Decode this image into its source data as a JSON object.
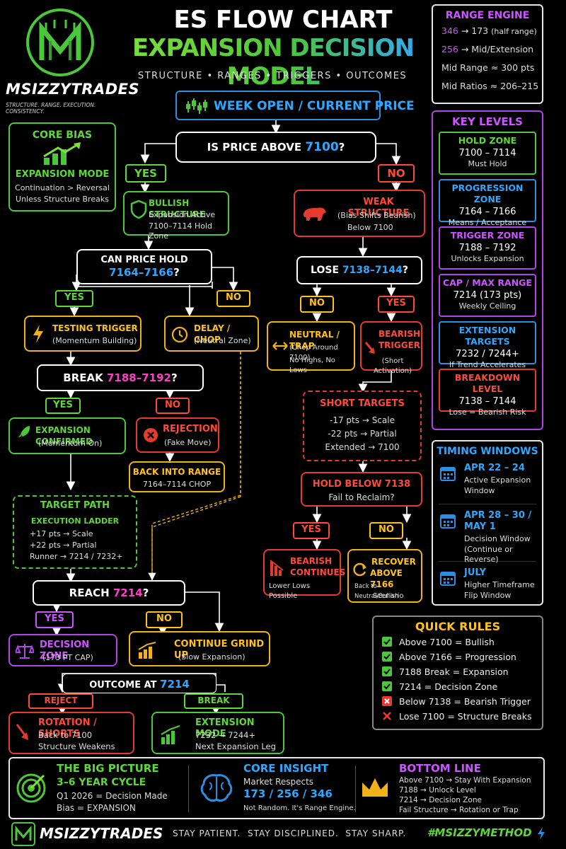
{
  "brand": {
    "name": "MSIZZYTRADES",
    "tagline": "STRUCTURE. RANGE. EXECUTION. CONSISTENCY."
  },
  "header": {
    "title": "ES FLOW CHART",
    "subtitle": "EXPANSION DECISION MODEL",
    "strap": "STRUCTURE • RANGES • TRIGGERS • OUTCOMES"
  },
  "week_open": "WEEK OPEN / CURRENT PRICE",
  "q1": {
    "pre": "IS PRICE ABOVE ",
    "val": "7100",
    "post": "?"
  },
  "core_bias": {
    "title": "CORE BIAS",
    "mode": "EXPANSION MODE",
    "l1": "Continuation > Reversal",
    "l2": "Unless Structure Breaks"
  },
  "yes": "YES",
  "no": "NO",
  "bull": {
    "title": "BULLISH STRUCTURE",
    "l1": "Expansion Active",
    "l2": "7100–7114 Hold Zone"
  },
  "weak": {
    "title": "WEAK STRUCTURE",
    "l1": "(Bias Shifts Bearish)",
    "l2": "Below 7100"
  },
  "q_hold": {
    "l1": "CAN PRICE HOLD",
    "l2": "7164–7166",
    "post": "?"
  },
  "q_lose": {
    "pre": "LOSE ",
    "val": "7138–7144",
    "post": "?"
  },
  "testing": {
    "title": "TESTING TRIGGER",
    "sub": "(Momentum Building)"
  },
  "delay": {
    "title": "DELAY / CHOP",
    "sub": "(Neutral Zone)"
  },
  "neutral": {
    "title": "NEUTRAL / TRAP",
    "l1": "(Chop Around 7100)",
    "l2": "No Highs, No Lows"
  },
  "bear_trig": {
    "l1": "BEARISH",
    "l2": "TRIGGER",
    "sub": "(Short Activation)"
  },
  "q_break": {
    "pre": "BREAK ",
    "val": "7188–7192",
    "post": "?"
  },
  "exp_conf": {
    "title": "EXPANSION CONFIRMED",
    "sub": "(Momentum On)"
  },
  "rejection": {
    "title": "REJECTION",
    "sub": "(Fake Move)"
  },
  "back_range": {
    "title": "BACK INTO RANGE",
    "sub": "7164–7114 CHOP"
  },
  "short_targets": {
    "title": "SHORT TARGETS",
    "l1": "-17 pts → Scale",
    "l2": "-22 pts → Partial",
    "l3": "Extended → 7100"
  },
  "hold_below": {
    "title": "HOLD BELOW 7138",
    "sub": "Fail to Reclaim?"
  },
  "target_path": {
    "title": "TARGET PATH",
    "ladder": "EXECUTION LADDER",
    "l1": "+17 pts → Scale",
    "l2": "+22 pts → Partial",
    "l3": "Runner → 7214 / 7232+"
  },
  "bear_cont": {
    "l1": "BEARISH",
    "l2": "CONTINUES",
    "sub": "Lower Lows Possible"
  },
  "recover": {
    "l1": "RECOVER",
    "l2": "ABOVE 7166",
    "s1": "Back to Neutral/Bullish",
    "s2": "Scenario"
  },
  "q_reach": {
    "pre": "REACH ",
    "val": "7214",
    "post": "?"
  },
  "decision": {
    "title": "DECISION ZONE",
    "sub": "(173 PT CAP)"
  },
  "grind": {
    "title": "CONTINUE GRIND UP",
    "sub": "(Slow Expansion)"
  },
  "outcome": {
    "pre": "OUTCOME AT ",
    "val": "7214"
  },
  "reject": "REJECT",
  "break": "BREAK",
  "rotation": {
    "title": "ROTATION / SHORTS",
    "l1": "Back to 7100",
    "l2": "Structure Weakens"
  },
  "ext_mode": {
    "title": "EXTENSION MODE",
    "l1": "7232 → 7244+",
    "l2": "Next Expansion Leg"
  },
  "range_engine": {
    "title": "RANGE ENGINE",
    "rows": [
      {
        "a": "346",
        "b": " → 173 ",
        "c": "(half range)"
      },
      {
        "a": "256",
        "b": " → Mid/Extension",
        "c": ""
      },
      {
        "a": "",
        "b": "Mid Range ≈ 300 pts",
        "c": ""
      },
      {
        "a": "",
        "b": "Mid Ratios ≈ 206–215",
        "c": ""
      }
    ]
  },
  "key_levels": {
    "title": "KEY LEVELS",
    "items": [
      {
        "title": "HOLD ZONE",
        "val": "7100 – 7114",
        "sub": "Must Hold"
      },
      {
        "title": "PROGRESSION ZONE",
        "val": "7164 – 7166",
        "sub": "Means / Acceptance"
      },
      {
        "title": "TRIGGER ZONE",
        "val": "7188 – 7192",
        "sub": "Unlocks Expansion"
      },
      {
        "title": "CAP / MAX RANGE",
        "val": "7214 (173 pts)",
        "sub": "Weekly Ceiling"
      },
      {
        "title": "EXTENSION TARGETS",
        "val": "7232 / 7244+",
        "sub": "If Trend Accelerates"
      },
      {
        "title": "BREAKDOWN LEVEL",
        "val": "7138 – 7144",
        "sub": "Lose = Bearish Risk"
      }
    ]
  },
  "timing": {
    "title": "TIMING WINDOWS",
    "items": [
      {
        "date": "APR 22 – 24",
        "l1": "Active Expansion",
        "l2": "Window",
        "l3": ""
      },
      {
        "date": "APR 28 – 30 /",
        "date2": "MAY 1",
        "l1": "Decision Window",
        "l2": "(Continue or Reverse)",
        "l3": ""
      },
      {
        "date": "JULY",
        "l1": "Higher Timeframe",
        "l2": "Flip Window",
        "l3": ""
      }
    ]
  },
  "quick_rules": {
    "title": "QUICK RULES",
    "items": [
      "Above 7100 = Bullish",
      "Above 7166 = Progression",
      "7188 Break = Expansion",
      "7214 = Decision Zone",
      "Below 7138 = Bearish Trigger",
      "Lose 7100 = Structure Breaks"
    ]
  },
  "big_picture": {
    "title": "THE BIG PICTURE",
    "sub": "3–6 YEAR CYCLE",
    "l1": "Q1 2026 = Decision Made",
    "l2": "Bias = EXPANSION"
  },
  "core_insight": {
    "title": "CORE INSIGHT",
    "l1": "Market Respects",
    "nums": "173 / 256 / 346",
    "l2": "Not Random. It's Range Engine."
  },
  "bottom_line": {
    "title": "BOTTOM LINE",
    "l1": "Above 7100 → Stay With Expansion",
    "l2": "7188 → Unlock Level",
    "l3": "7214 → Decision Zone",
    "l4": "Fail Structure → Rotation or Trap"
  },
  "footer": {
    "brand": "MSIZZYTRADES",
    "motto": "STAY PATIENT.  STAY DISCIPLINED.  STAY SHARP.",
    "hashtag": "#MSIZZYMETHOD"
  },
  "colors": {
    "green": "#4cc63a",
    "red": "#e53a2e",
    "yellow": "#f0b21a",
    "purple": "#b144e6",
    "blue": "#2a8fe0",
    "magenta": "#ff3ec8"
  }
}
